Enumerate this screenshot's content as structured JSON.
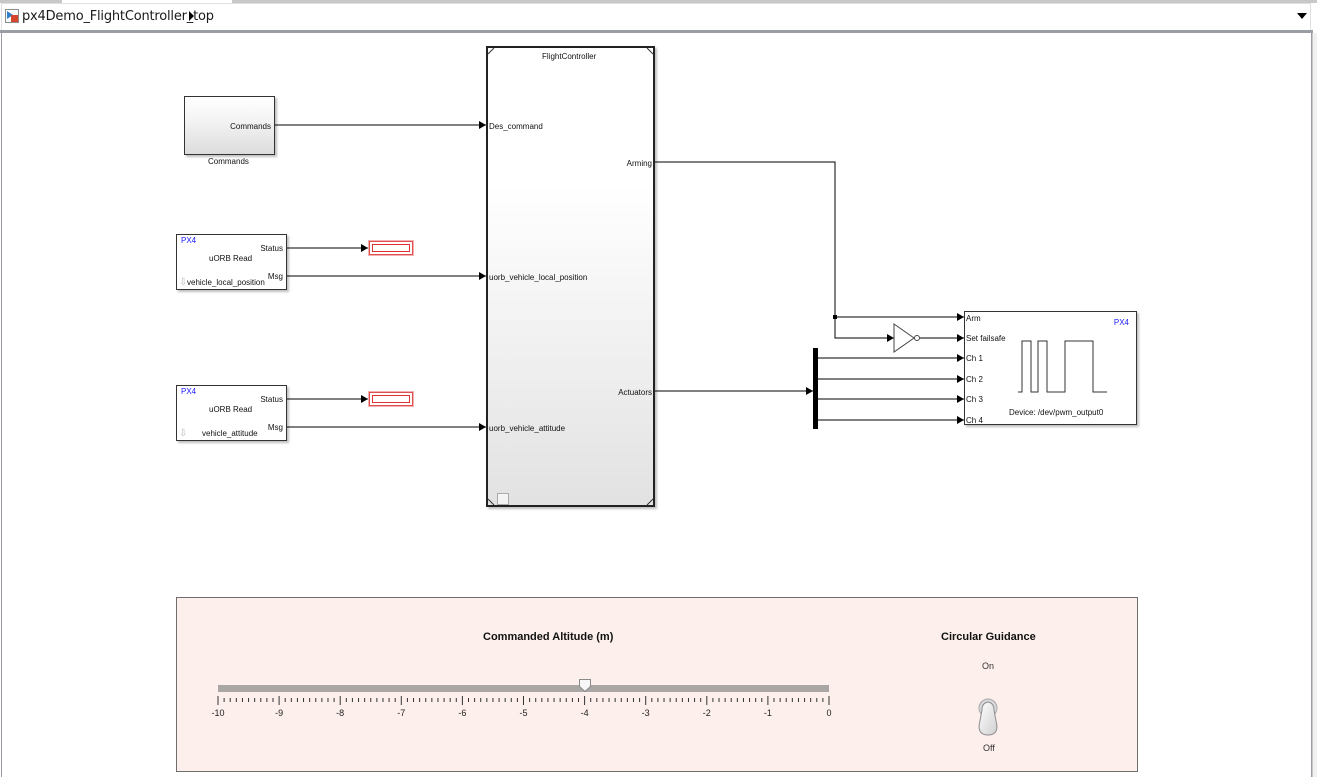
{
  "window": {
    "breadcrumb": "px4Demo_FlightController_top",
    "model_icon": "simulink-model-icon",
    "breadcrumb_arrow_icon": "triangle-right-icon",
    "dropdown_icon": "triangle-down-icon"
  },
  "blocks": {
    "commands": {
      "name": "Commands",
      "output_port": "Commands"
    },
    "uorb_read_1": {
      "vendor": "PX4",
      "title": "uORB Read",
      "topic": "vehicle_local_position",
      "ports": [
        "Status",
        "Msg"
      ]
    },
    "uorb_read_2": {
      "vendor": "PX4",
      "title": "uORB Read",
      "topic": "vehicle_attitude",
      "ports": [
        "Status",
        "Msg"
      ]
    },
    "flight_controller": {
      "name": "FlightController",
      "inputs": [
        "Des_command",
        "uorb_vehicle_local_position",
        "uorb_vehicle_attitude"
      ],
      "outputs": [
        "Arming",
        "Actuators"
      ]
    },
    "pwm_output": {
      "vendor": "PX4",
      "inputs": [
        "Arm",
        "Set failsafe",
        "Ch 1",
        "Ch 2",
        "Ch 3",
        "Ch 4"
      ],
      "device": "Device: /dev/pwm_output0"
    }
  },
  "dashboard": {
    "background": "#fcefec",
    "slider": {
      "title": "Commanded Altitude (m)",
      "min": -10,
      "max": 0,
      "value": -4,
      "tick_labels": [
        "-10",
        "-9",
        "-8",
        "-7",
        "-6",
        "-5",
        "-4",
        "-3",
        "-2",
        "-1",
        "0"
      ]
    },
    "toggle": {
      "title": "Circular Guidance",
      "on_label": "On",
      "off_label": "Off",
      "state": "Off"
    }
  }
}
